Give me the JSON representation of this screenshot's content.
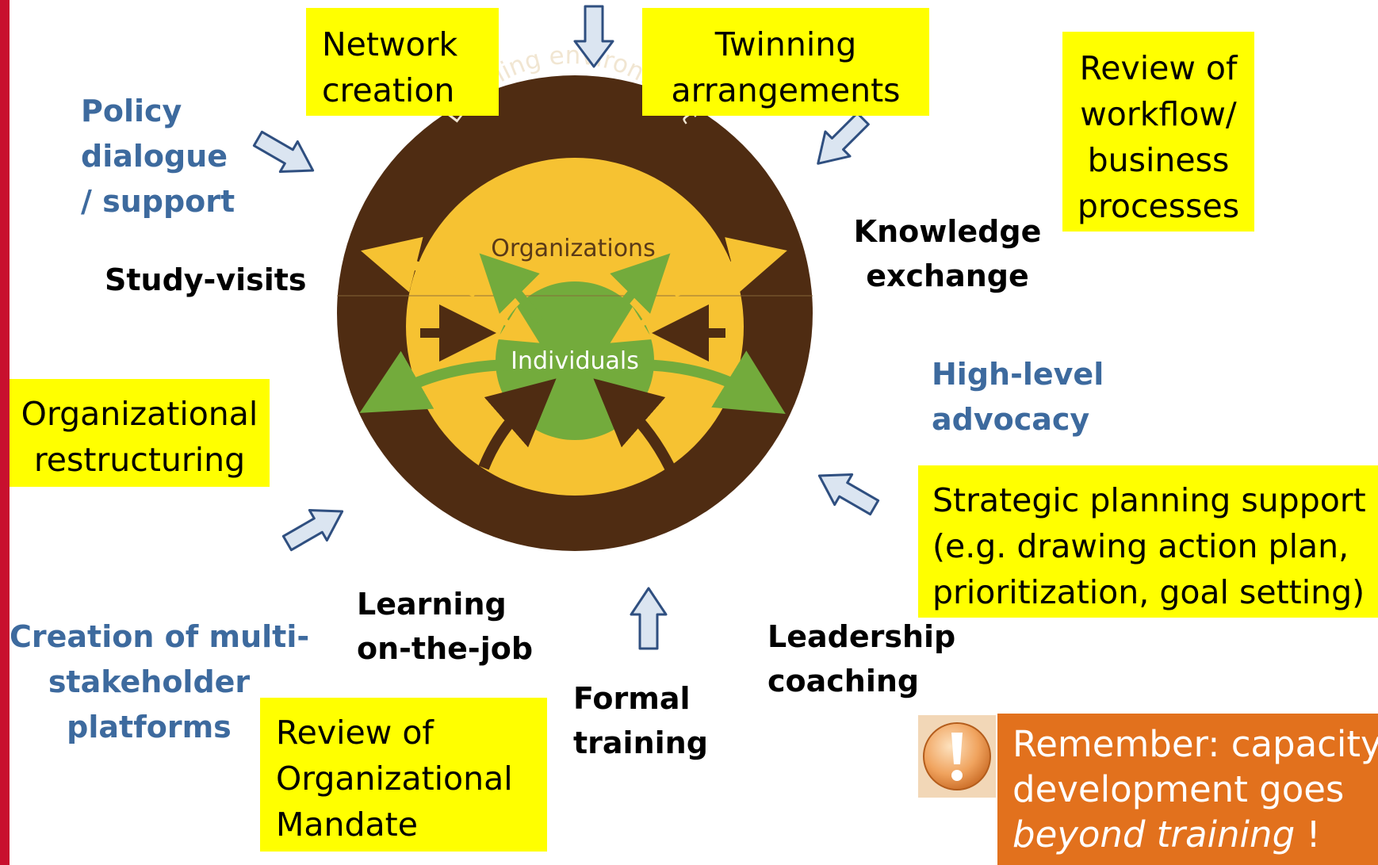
{
  "diagram": {
    "ring_outer": "Enabling environment",
    "ring_middle": "Organizations",
    "ring_inner": "Individuals"
  },
  "boxes": {
    "network_creation": [
      "Network",
      "creation"
    ],
    "twinning": [
      "Twinning",
      "arrangements"
    ],
    "review_workflow": [
      "Review of",
      "workflow/",
      "business",
      "processes"
    ],
    "org_restructuring": [
      "Organizational",
      "restructuring"
    ],
    "strategic_planning": [
      "Strategic planning support",
      "(e.g. drawing action plan,",
      "prioritization, goal setting)"
    ],
    "review_mandate": [
      "Review of",
      "Organizational",
      "Mandate"
    ]
  },
  "labels": {
    "policy_dialogue": [
      "Policy",
      "dialogue",
      "/ support"
    ],
    "study_visits": [
      "Study-visits"
    ],
    "knowledge_exchange": [
      "Knowledge",
      "exchange"
    ],
    "high_level_advocacy": [
      "High-level",
      "advocacy"
    ],
    "learning_on_job": [
      "Learning",
      "on-the-job"
    ],
    "leadership_coaching": [
      "Leadership",
      "coaching"
    ],
    "formal_training": [
      "Formal",
      "training"
    ],
    "multi_stakeholder": [
      "Creation of multi-",
      "stakeholder",
      "platforms"
    ]
  },
  "reminder": {
    "line1": "Remember: capacity",
    "line2": "development goes",
    "emphasis": "beyond training",
    "end": " !"
  },
  "colors": {
    "box_yellow": "#ffff00",
    "blue_text": "#3d6a9e",
    "brown": "#4f2c12",
    "golden": "#f6c232",
    "green": "#73ab3c",
    "orange": "#e2711d",
    "red_bar": "#c8102e"
  }
}
